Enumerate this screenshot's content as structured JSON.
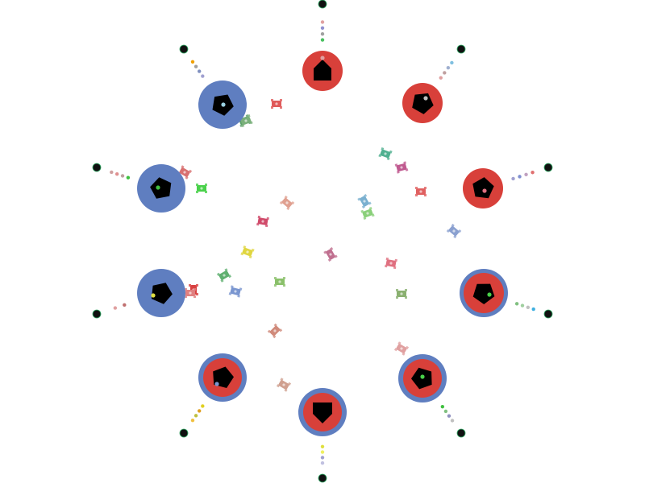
{
  "game": {
    "title": "",
    "colors": {
      "background": "#ffffff",
      "team_red": "#d8403a",
      "team_blue": "#5f7ec0",
      "core_black": "#000000",
      "outpost_black": "#111111"
    },
    "bases": [
      {
        "id": "base-top",
        "ring": "#d8403a",
        "core": "#d8403a",
        "shape": "house"
      },
      {
        "id": "base-top-right",
        "ring": "#d8403a",
        "core": "#d8403a",
        "shape": "pentagon"
      },
      {
        "id": "base-right-upper",
        "ring": "#d8403a",
        "core": "#d8403a",
        "shape": "pentagon"
      },
      {
        "id": "base-right-lower",
        "ring": "#5f7ec0",
        "core": "#d8403a",
        "shape": "pentagon"
      },
      {
        "id": "base-bottom-right",
        "ring": "#5f7ec0",
        "core": "#d8403a",
        "shape": "pentagon"
      },
      {
        "id": "base-bottom",
        "ring": "#5f7ec0",
        "core": "#d8403a",
        "shape": "shield"
      },
      {
        "id": "base-bottom-left",
        "ring": "#5f7ec0",
        "core": "#d8403a",
        "shape": "pentagon"
      },
      {
        "id": "base-left-lower",
        "ring": "#5f7ec0",
        "core": "#5f7ec0",
        "shape": "pentagon"
      },
      {
        "id": "base-left-upper",
        "ring": "#5f7ec0",
        "core": "#5f7ec0",
        "shape": "pentagon"
      },
      {
        "id": "base-top-left",
        "ring": "#5f7ec0",
        "core": "#5f7ec0",
        "shape": "pentagon"
      }
    ],
    "units": [
      {
        "color": "#e05a5a"
      },
      {
        "color": "#5aa06a"
      },
      {
        "color": "#d87070"
      },
      {
        "color": "#49d14a"
      },
      {
        "color": "#e0a090"
      },
      {
        "color": "#d04a6a"
      },
      {
        "color": "#e0d640"
      },
      {
        "color": "#60b070"
      },
      {
        "color": "#7a96d0"
      },
      {
        "color": "#d84040"
      },
      {
        "color": "#8ac06a"
      },
      {
        "color": "#c07090"
      },
      {
        "color": "#d08a7a"
      },
      {
        "color": "#d0a090"
      },
      {
        "color": "#50b090"
      },
      {
        "color": "#c05a90"
      },
      {
        "color": "#e06060"
      },
      {
        "color": "#7ab0d0"
      },
      {
        "color": "#8ad07a"
      },
      {
        "color": "#8aa0d0"
      },
      {
        "color": "#e07080"
      },
      {
        "color": "#8ab070"
      },
      {
        "color": "#e0a0a0"
      },
      {
        "color": "#7ab07a"
      },
      {
        "color": "#e08080"
      }
    ],
    "spokes": [
      {
        "dots": [
          "#49c060",
          "#a0a0a0",
          "#9090d0",
          "#e0a0a0"
        ]
      },
      {
        "dots": [
          "#e0a0a0",
          "#c0a0a0",
          "#a0b0d0",
          "#80c0e0"
        ]
      },
      {
        "dots": [
          "#a0a0d0",
          "#8090d0",
          "#c0a0c0",
          "#e07070"
        ]
      },
      {
        "dots": [
          "#80c080",
          "#a0d0a0",
          "#c0c0c0",
          "#40b0e0"
        ]
      },
      {
        "dots": [
          "#40c040",
          "#80c080",
          "#9090c0",
          "#c0c0c0"
        ]
      },
      {
        "dots": [
          "#e0e040",
          "#f0f060",
          "#a0a0d0",
          "#c0c0e0"
        ]
      },
      {
        "dots": [
          "#e0d020",
          "#e0a020",
          "#c0c040",
          "#f0c040"
        ]
      },
      {
        "dots": [
          "#c07070",
          "#e0a0a0"
        ]
      },
      {
        "dots": [
          "#40c040",
          "#c0a0a0",
          "#e09090",
          "#d0a0a0"
        ]
      },
      {
        "dots": [
          "#a0a0d0",
          "#8090c0",
          "#a0a0a0",
          "#f0a000"
        ]
      }
    ]
  }
}
